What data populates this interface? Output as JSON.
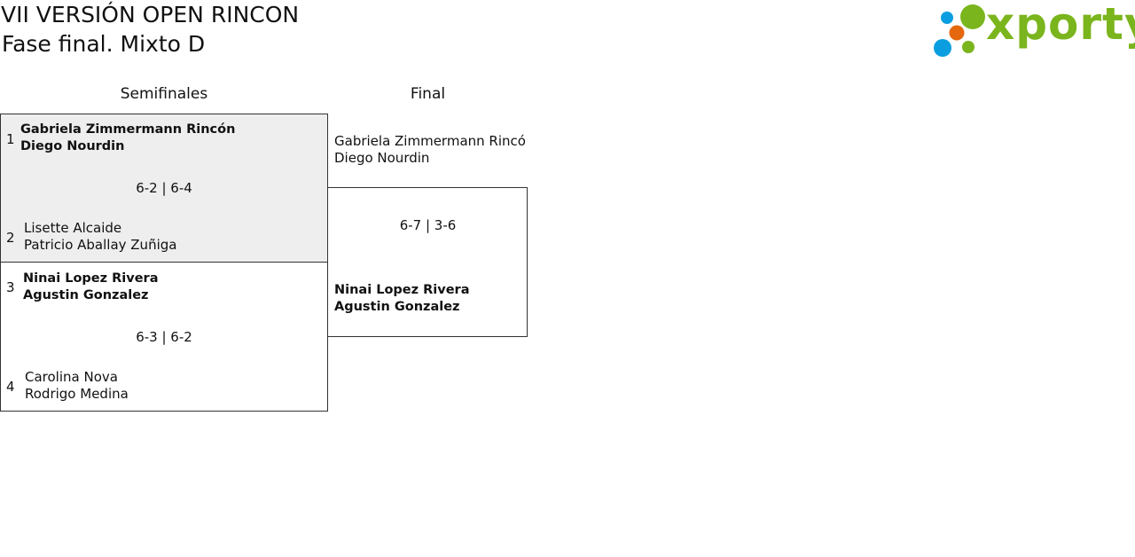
{
  "title": "VII VERSIÓN OPEN RINCON",
  "subtitle": "Fase final. Mixto D",
  "logo": {
    "text": "xporty",
    "colors": {
      "green": "#7ab51d",
      "blue": "#0a9ee0",
      "orange": "#e5680e"
    }
  },
  "rounds": [
    "Semifinales",
    "Final"
  ],
  "semis": [
    {
      "seed1": "1",
      "team1": [
        "Gabriela Zimmermann Rincón",
        "Diego Nourdin"
      ],
      "score": "6-2 | 6-4",
      "seed2": "2",
      "team2": [
        "Lisette Alcaide",
        "Patricio Aballay Zuñiga"
      ]
    },
    {
      "seed1": "3",
      "team1": [
        "Ninai Lopez Rivera",
        "Agustin Gonzalez"
      ],
      "score": "6-3 | 6-2",
      "seed2": "4",
      "team2": [
        "Carolina Nova",
        "Rodrigo Medina"
      ]
    }
  ],
  "final": {
    "team1": [
      "Gabriela Zimmermann Rincó",
      "Diego Nourdin"
    ],
    "score": "6-7 | 3-6",
    "team2": [
      "Ninai Lopez Rivera",
      "Agustin Gonzalez"
    ]
  }
}
